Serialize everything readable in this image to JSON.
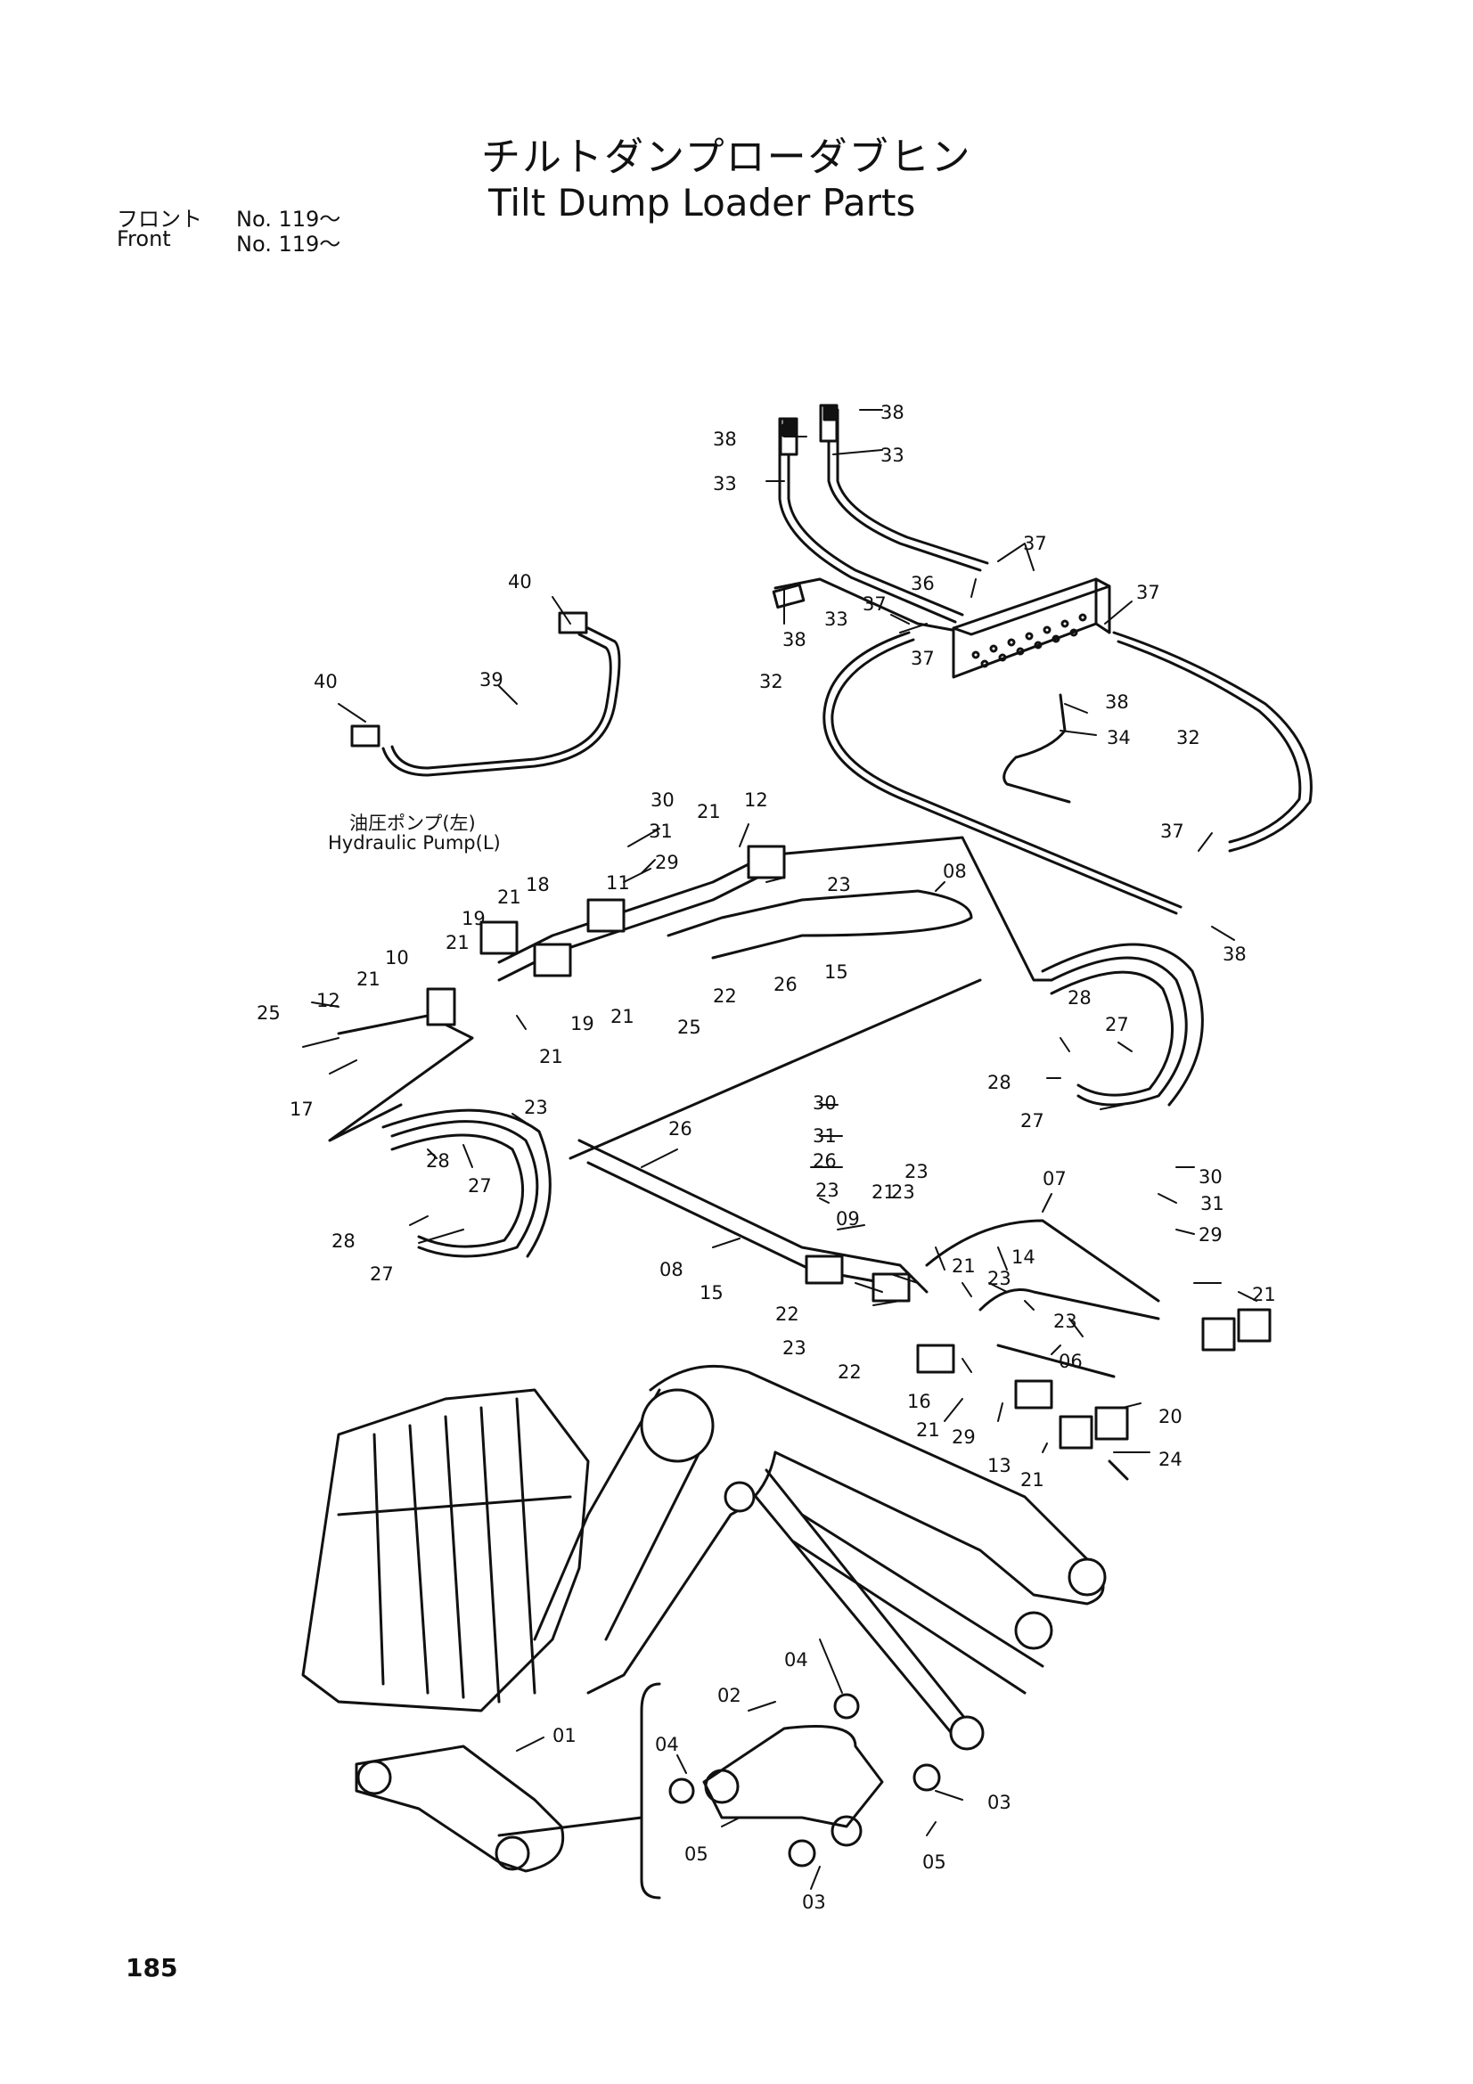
{
  "title_jp": "チルトダンプローダブヒン",
  "title_en": "Tilt Dump Loader Parts",
  "front": {
    "jp_label": "フロント",
    "en_label": "Front",
    "no_text": "No. 119～"
  },
  "hydraulic_pump": {
    "jp": "油圧ポンプ(左)",
    "en": "Hydraulic Pump(L)"
  },
  "page_number": "185",
  "part_labels": [
    {
      "id": "38a",
      "text": "38"
    },
    {
      "id": "38b",
      "text": "38"
    },
    {
      "id": "33a",
      "text": "33"
    },
    {
      "id": "33b",
      "text": "33"
    },
    {
      "id": "37a",
      "text": "37"
    },
    {
      "id": "37b",
      "text": "37"
    },
    {
      "id": "36",
      "text": "36"
    },
    {
      "id": "38c",
      "text": "38"
    },
    {
      "id": "33c",
      "text": "33"
    },
    {
      "id": "37c",
      "text": "37"
    },
    {
      "id": "37d",
      "text": "37"
    },
    {
      "id": "32a",
      "text": "32"
    },
    {
      "id": "38d",
      "text": "38"
    },
    {
      "id": "34",
      "text": "34"
    },
    {
      "id": "32b",
      "text": "32"
    },
    {
      "id": "37e",
      "text": "37"
    },
    {
      "id": "38e",
      "text": "38"
    },
    {
      "id": "40a",
      "text": "40"
    },
    {
      "id": "40b",
      "text": "40"
    },
    {
      "id": "39",
      "text": "39"
    },
    {
      "id": "30a",
      "text": "30"
    },
    {
      "id": "31a",
      "text": "31"
    },
    {
      "id": "21a",
      "text": "21"
    },
    {
      "id": "12a",
      "text": "12"
    },
    {
      "id": "29a",
      "text": "29"
    },
    {
      "id": "23a",
      "text": "23"
    },
    {
      "id": "08a",
      "text": "08"
    },
    {
      "id": "18",
      "text": "18"
    },
    {
      "id": "11",
      "text": "11"
    },
    {
      "id": "21b",
      "text": "21"
    },
    {
      "id": "19a",
      "text": "19"
    },
    {
      "id": "21c",
      "text": "21"
    },
    {
      "id": "10",
      "text": "10"
    },
    {
      "id": "21d",
      "text": "21"
    },
    {
      "id": "12b",
      "text": "12"
    },
    {
      "id": "25a",
      "text": "25"
    },
    {
      "id": "19b",
      "text": "19"
    },
    {
      "id": "21e",
      "text": "21"
    },
    {
      "id": "22a",
      "text": "22"
    },
    {
      "id": "26a",
      "text": "26"
    },
    {
      "id": "15a",
      "text": "15"
    },
    {
      "id": "25b",
      "text": "25"
    },
    {
      "id": "21f",
      "text": "21"
    },
    {
      "id": "17",
      "text": "17"
    },
    {
      "id": "23b",
      "text": "23"
    },
    {
      "id": "28a",
      "text": "28"
    },
    {
      "id": "27a",
      "text": "27"
    },
    {
      "id": "28b",
      "text": "28"
    },
    {
      "id": "27b",
      "text": "27"
    },
    {
      "id": "30b",
      "text": "30"
    },
    {
      "id": "31b",
      "text": "31"
    },
    {
      "id": "26b",
      "text": "26"
    },
    {
      "id": "26c",
      "text": "26"
    },
    {
      "id": "23c",
      "text": "23"
    },
    {
      "id": "23d",
      "text": "23"
    },
    {
      "id": "07",
      "text": "07"
    },
    {
      "id": "30c",
      "text": "30"
    },
    {
      "id": "31c",
      "text": "31"
    },
    {
      "id": "29b",
      "text": "29"
    },
    {
      "id": "28c",
      "text": "28"
    },
    {
      "id": "27c",
      "text": "27"
    },
    {
      "id": "28d",
      "text": "28"
    },
    {
      "id": "27d",
      "text": "27"
    },
    {
      "id": "21g",
      "text": "21"
    },
    {
      "id": "09",
      "text": "09"
    },
    {
      "id": "08b",
      "text": "08"
    },
    {
      "id": "15b",
      "text": "15"
    },
    {
      "id": "22b",
      "text": "22"
    },
    {
      "id": "21h",
      "text": "21"
    },
    {
      "id": "23e",
      "text": "23"
    },
    {
      "id": "14",
      "text": "14"
    },
    {
      "id": "23f",
      "text": "23"
    },
    {
      "id": "21i",
      "text": "21"
    },
    {
      "id": "23g",
      "text": "23"
    },
    {
      "id": "22c",
      "text": "22"
    },
    {
      "id": "23h",
      "text": "23"
    },
    {
      "id": "06",
      "text": "06"
    },
    {
      "id": "16",
      "text": "16"
    },
    {
      "id": "21j",
      "text": "21"
    },
    {
      "id": "29c",
      "text": "29"
    },
    {
      "id": "13",
      "text": "13"
    },
    {
      "id": "20",
      "text": "20"
    },
    {
      "id": "21k",
      "text": "21"
    },
    {
      "id": "24",
      "text": "24"
    },
    {
      "id": "04a",
      "text": "04"
    },
    {
      "id": "02",
      "text": "02"
    },
    {
      "id": "01",
      "text": "01"
    },
    {
      "id": "04b",
      "text": "04"
    },
    {
      "id": "03a",
      "text": "03"
    },
    {
      "id": "05a",
      "text": "05"
    },
    {
      "id": "05b",
      "text": "05"
    },
    {
      "id": "03b",
      "text": "03"
    }
  ]
}
